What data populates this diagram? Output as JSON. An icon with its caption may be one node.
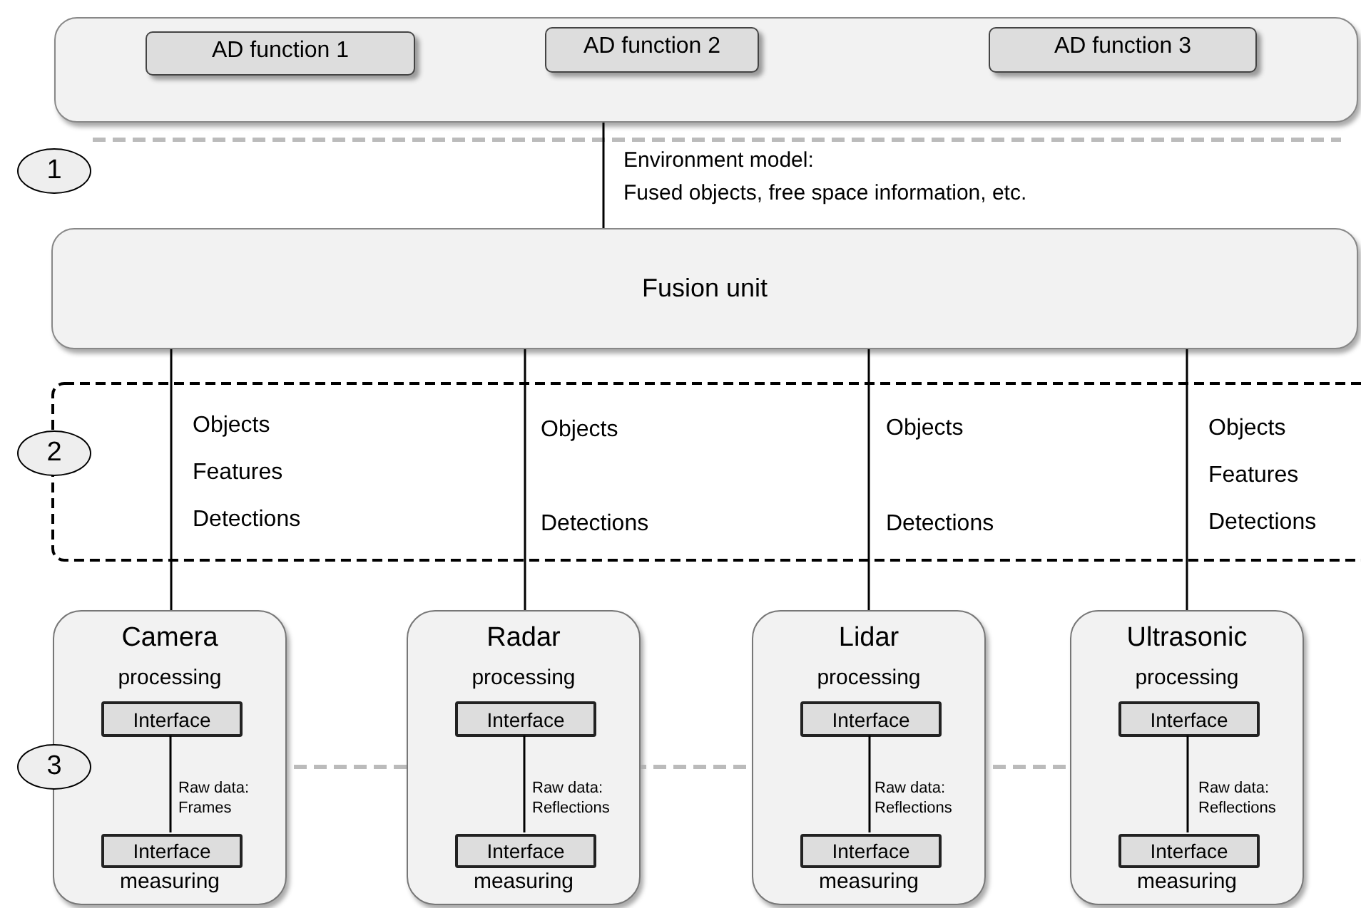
{
  "diagram": {
    "nodes": [
      {
        "text": [],
        "shape": "box"
      },
      {
        "text": [
          "AD function 1"
        ],
        "in": 0
      },
      {
        "text": [
          "AD function 2"
        ],
        "in": 0
      },
      {
        "text": [
          "AD function 3"
        ],
        "in": 0
      },
      {
        "text": [
          "1"
        ]
      },
      {
        "text": [
          "Fusion unit"
        ]
      },
      {
        "text": [
          "2"
        ]
      },
      {
        "text": [
          "Camera",
          "processing",
          "measuring"
        ]
      },
      {
        "text": [
          "Interface"
        ],
        "in": 7
      },
      {
        "text": [
          "Interface"
        ],
        "in": 7
      },
      {
        "text": [
          "Radar",
          "processing",
          "measuring"
        ]
      },
      {
        "text": [
          "Interface"
        ],
        "in": 10
      },
      {
        "text": [
          "Interface"
        ],
        "in": 10
      },
      {
        "text": [
          "Lidar",
          "processing",
          "measuring"
        ]
      },
      {
        "text": [
          "Interface"
        ],
        "in": 13
      },
      {
        "text": [
          "Interface"
        ],
        "in": 13
      },
      {
        "text": [
          "Ultrasonic",
          "processing",
          "measuring"
        ]
      },
      {
        "text": [
          "Interface"
        ],
        "in": 16
      },
      {
        "text": [
          "Interface"
        ],
        "in": 16
      },
      {
        "text": [
          "3"
        ]
      }
    ],
    "edges": [
      {
        "from": 5,
        "to": 0,
        "arrow": "none"
      },
      {
        "from": 5,
        "to": 7,
        "arrow": "none"
      },
      {
        "from": 5,
        "to": 10,
        "arrow": "none"
      },
      {
        "from": 5,
        "to": 13,
        "arrow": "none"
      },
      {
        "from": 5,
        "to": 16,
        "arrow": "none"
      },
      {
        "from": 8,
        "to": 9,
        "arrow": "none",
        "label": "Raw data: Frames"
      },
      {
        "from": 11,
        "to": 12,
        "arrow": "none",
        "label": "Raw data: Reflections"
      },
      {
        "from": 14,
        "to": 15,
        "arrow": "none",
        "label": "Raw data: Reflections"
      },
      {
        "from": 17,
        "to": 18,
        "arrow": "none",
        "label": "Raw data: Reflections"
      }
    ],
    "labels": [
      "Environment model:",
      "Fused objects, free space information, etc.",
      "Objects",
      "Features",
      "Detections",
      "Objects",
      "Detections",
      "Objects",
      "Detections",
      "Objects",
      "Features",
      "Detections"
    ]
  }
}
